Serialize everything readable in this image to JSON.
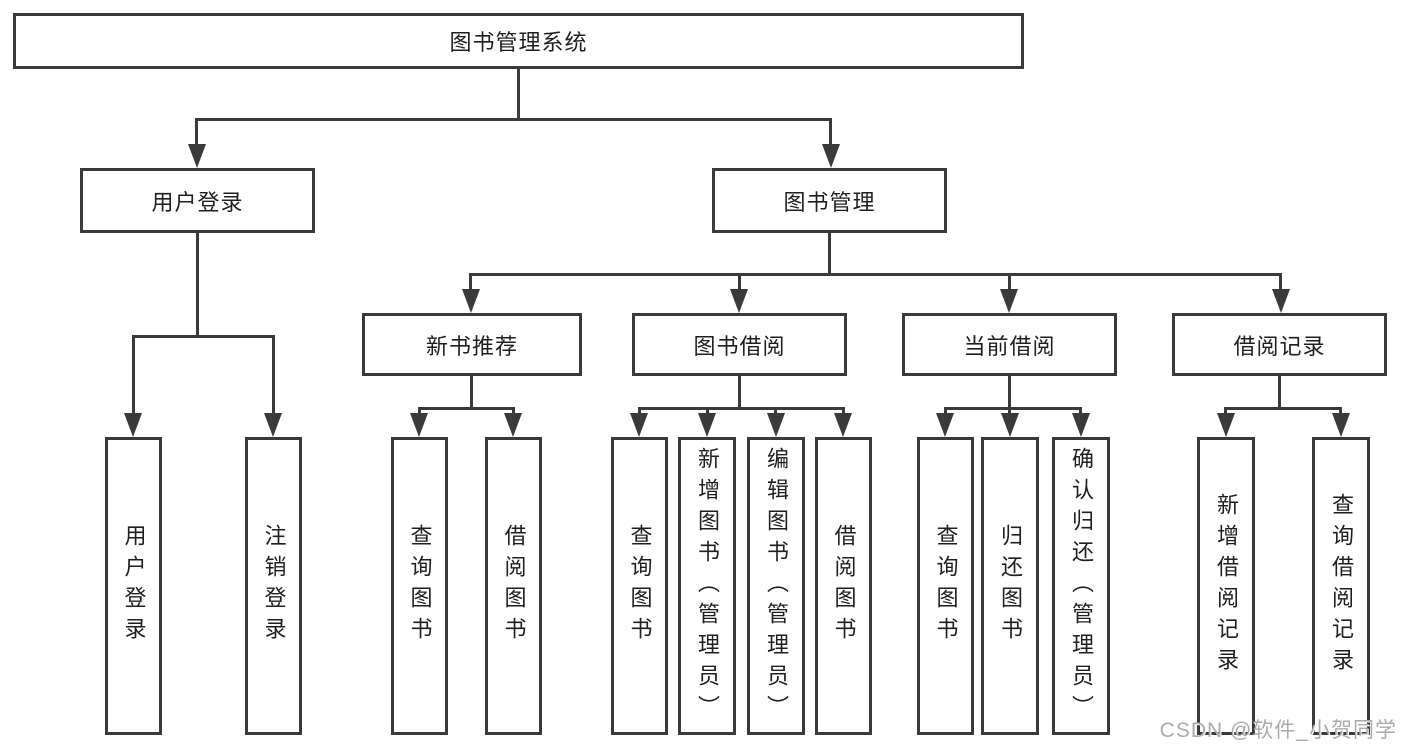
{
  "nodes": {
    "root": "图书管理系统",
    "userLogin": "用户登录",
    "bookMgmt": "图书管理",
    "newBooks": "新书推荐",
    "bookBorrow": "图书借阅",
    "currentBorrow": "当前借阅",
    "borrowRecords": "借阅记录",
    "leafUserLogin": "用户登录",
    "leafLogout": "注销登录",
    "leafNbQuery": "查询图书",
    "leafNbBorrow": "借阅图书",
    "leafBbQuery": "查询图书",
    "leafBbAdd": "新增图书（管理员）",
    "leafBbEdit": "编辑图书（管理员）",
    "leafBbBorrow": "借阅图书",
    "leafCbQuery": "查询图书",
    "leafCbReturn": "归还图书",
    "leafCbConfirm": "确认归还（管理员）",
    "leafBrAdd": "新增借阅记录",
    "leafBrQuery": "查询借阅记录"
  },
  "watermark": "CSDN @软件_小贺同学",
  "colors": {
    "line": "#3a3a3a",
    "text": "#1f1f1f",
    "watermark": "#ababab",
    "background": "#ffffff"
  }
}
